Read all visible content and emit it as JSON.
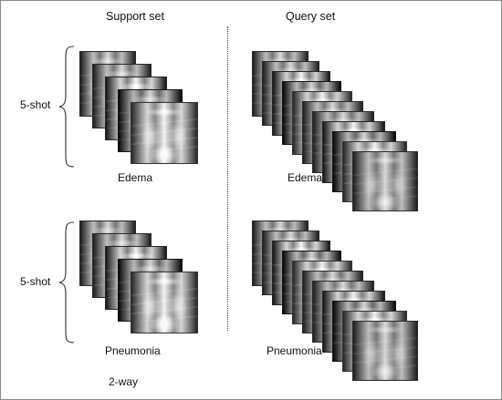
{
  "headers": {
    "support": "Support set",
    "query": "Query set"
  },
  "shot_labels": {
    "edema": "5-shot",
    "pneumonia": "5-shot"
  },
  "class_labels": {
    "support_edema": "Edema",
    "query_edema": "Edema",
    "support_pneumonia": "Pneumonia",
    "query_pneumonia": "Pneumonia"
  },
  "way_label": "2-way",
  "colors": {
    "line": "#333333",
    "frame_border": "#8a8a8a"
  }
}
